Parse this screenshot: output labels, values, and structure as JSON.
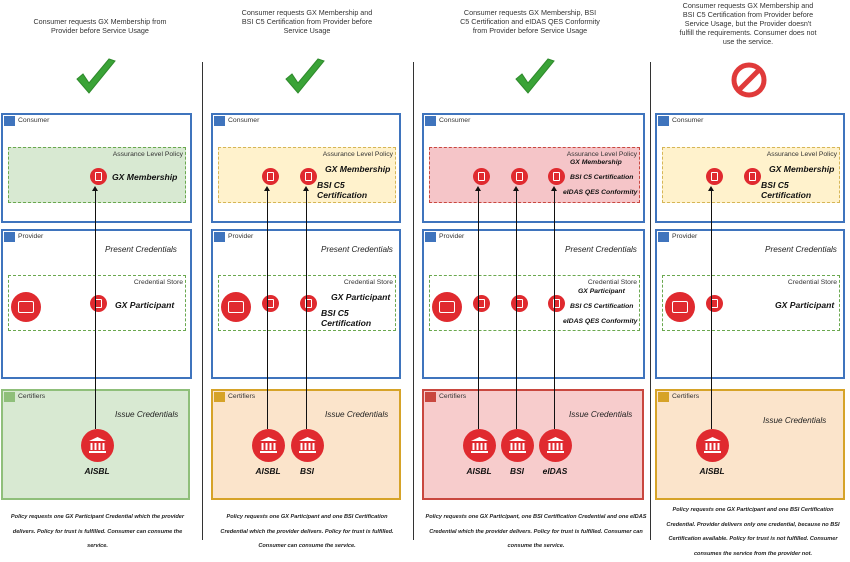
{
  "panels": [
    {
      "title": "Consumer requests GX Membership from Provider before Service Usage",
      "status": "check-icon",
      "consumer_label": "Consumer",
      "policy_label": "Assurance Level Policy",
      "policy_items": [
        "GX Membership"
      ],
      "provider_label": "Provider",
      "present_label": "Present Credentials",
      "store_label": "Credential Store",
      "store_items": [
        "GX Participant"
      ],
      "certifiers_label": "Certifiers",
      "issue_label": "Issue Credentials",
      "issuers": [
        "AISBL"
      ],
      "footer": "Policy requests one GX Participant Credential which the provider delivers. Policy for trust is fulfilled. Consumer can consume the service."
    },
    {
      "title": "Consumer requests GX Membership and BSI C5 Certification from Provider before Service Usage",
      "status": "check-icon",
      "consumer_label": "Consumer",
      "policy_label": "Assurance Level Policy",
      "policy_items": [
        "GX Membership",
        "BSI C5 Certification"
      ],
      "provider_label": "Provider",
      "present_label": "Present Credentials",
      "store_label": "Credential Store",
      "store_items": [
        "GX Participant",
        "BSI C5 Certification"
      ],
      "certifiers_label": "Certifiers",
      "issue_label": "Issue Credentials",
      "issuers": [
        "AISBL",
        "BSI"
      ],
      "footer": "Policy requests one GX Participant and one BSI Certification Credential which the provider delivers. Policy for trust is fulfilled. Consumer can consume the service."
    },
    {
      "title": "Consumer requests GX Membership, BSI C5 Certification and eIDAS QES Conformity from Provider before Service Usage",
      "status": "check-icon",
      "consumer_label": "Consumer",
      "policy_label": "Assurance Level Policy",
      "policy_items": [
        "GX Membership",
        "BSI C5 Certification",
        "eIDAS QES Conformity"
      ],
      "provider_label": "Provider",
      "present_label": "Present Credentials",
      "store_label": "Credential Store",
      "store_items": [
        "GX Participant",
        "BSI C5 Certification",
        "eIDAS QES Conformity"
      ],
      "certifiers_label": "Certifiers",
      "issue_label": "Issue Credentials",
      "issuers": [
        "AISBL",
        "BSI",
        "eIDAS"
      ],
      "footer": "Policy requests one GX Participant, one BSI Certification Credential and one eIDAS Credential which the provider delivers. Policy for trust is fulfilled. Consumer can consume the service."
    },
    {
      "title": "Consumer requests GX Membership and BSI C5 Certification from Provider before Service Usage, but the Provider doesn't fulfill the requirements. Consumer does not use the service.",
      "status": "prohibited-icon",
      "consumer_label": "Consumer",
      "policy_label": "Assurance Level Policy",
      "policy_items": [
        "GX Membership",
        "BSI C5 Certification"
      ],
      "provider_label": "Provider",
      "present_label": "Present Credentials",
      "store_label": "Credential Store",
      "store_items": [
        "GX Participant"
      ],
      "certifiers_label": "Certifiers",
      "issue_label": "Issue Credentials",
      "issuers": [
        "AISBL"
      ],
      "footer": "Policy requests one GX Participant and one BSI Certification Credential. Provider delivers only one credential, because no BSI Certification available. Policy for trust is not fulfilled. Consumer consumes the service from the provider not."
    }
  ],
  "colors": {
    "blue": "#3f74bd",
    "red": "#e02a2f",
    "green_check": "#3aa337",
    "prohibit": "#e03a3a"
  }
}
